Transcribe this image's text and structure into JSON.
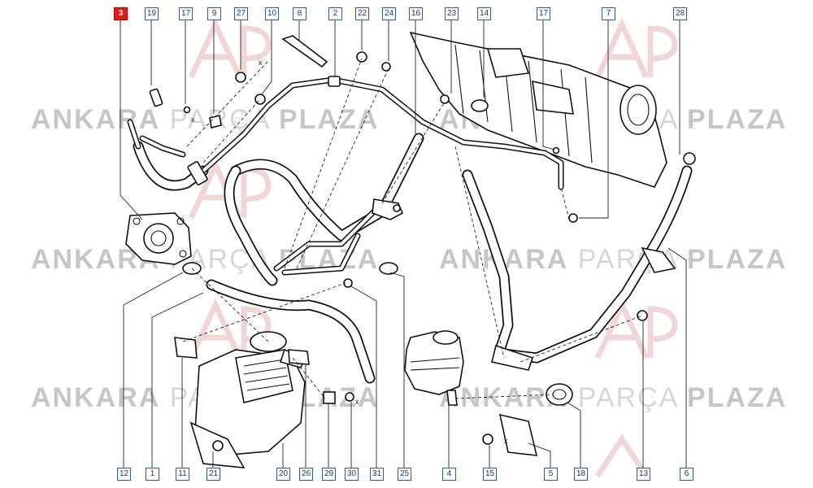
{
  "watermark": {
    "brand_bold_1": "ANKARA",
    "brand_light": "PARÇA",
    "brand_bold_2": "PLAZA",
    "logo_letters": "AP"
  },
  "callouts_top": [
    "3",
    "19",
    "17",
    "9",
    "27",
    "10",
    "8",
    "2",
    "22",
    "24",
    "16",
    "23",
    "14",
    "17",
    "7",
    "28"
  ],
  "callouts_bottom": [
    "12",
    "1",
    "11",
    "21",
    "20",
    "26",
    "29",
    "30",
    "31",
    "25",
    "4",
    "15",
    "5",
    "18",
    "13",
    "6"
  ],
  "highlighted_callout": "3",
  "detail_marks": [
    "x",
    "x",
    "x",
    "x"
  ]
}
